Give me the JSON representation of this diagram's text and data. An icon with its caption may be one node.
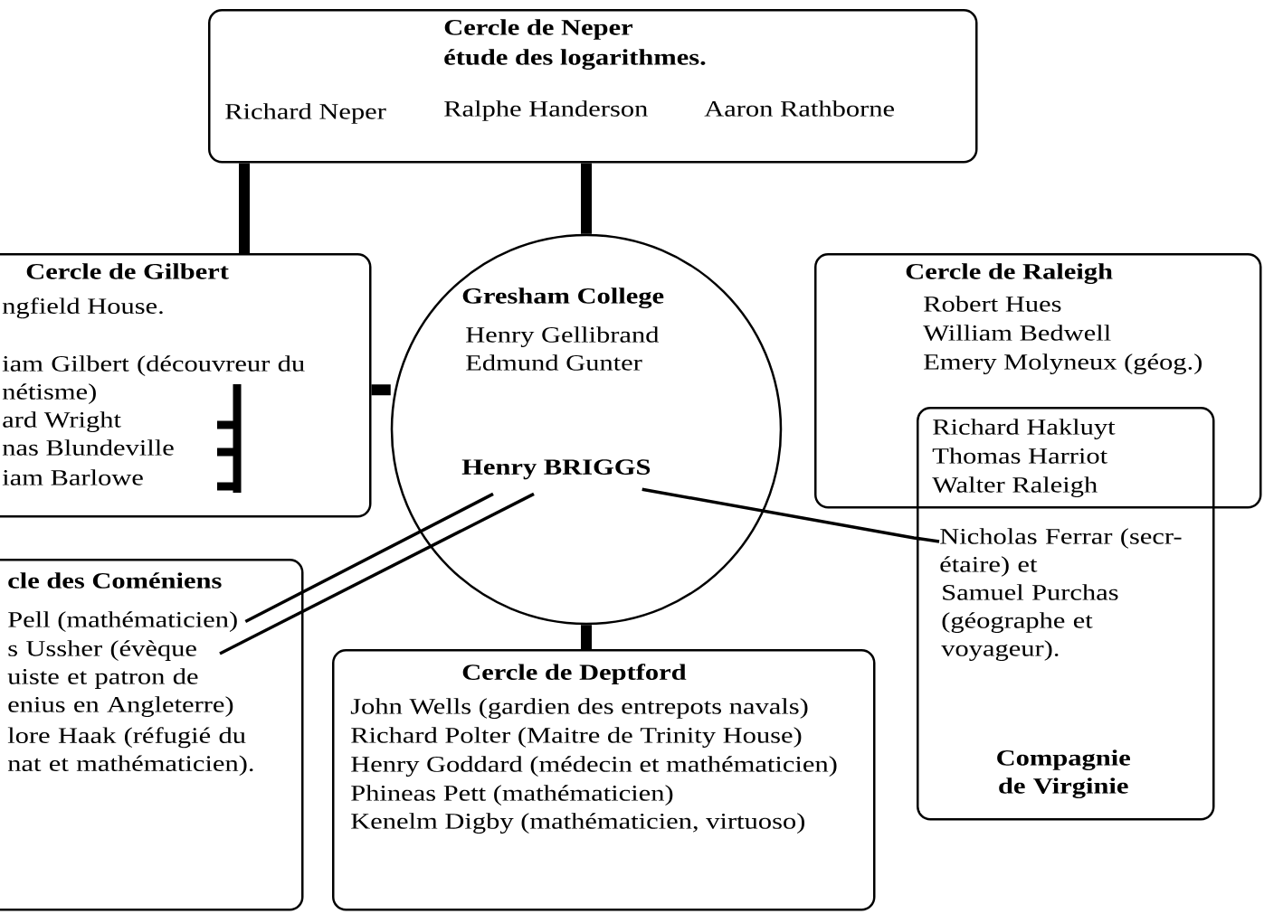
{
  "diagram": {
    "nodes": [
      {
        "text": [
          "Cercle de Neper",
          "étude des logarithmes.",
          "Richard Neper",
          "Ralphe Handerson",
          "Aaron Rathborne"
        ]
      },
      {
        "text": [
          "Cercle de Gilbert",
          "ngfield House.",
          "iam Gilbert (découvreur du nétisme)",
          "ard Wright",
          "nas Blundeville",
          "iam Barlowe"
        ]
      },
      {
        "text": [
          "Gresham College",
          "Henry Gellibrand",
          "Edmund Gunter"
        ]
      },
      {
        "text": [
          "Henry BRIGGS"
        ],
        "in": 2
      },
      {
        "text": [
          "Cercle de Raleigh",
          "Robert Hues",
          "William Bedwell",
          "Emery Molyneux (géog.)"
        ]
      },
      {
        "text": [
          "Richard Hakluyt",
          "Thomas Harriot",
          "Walter Raleigh"
        ]
      },
      {
        "text": [
          "Samuel Purchas (géographe et voyageur).",
          "Compagnie de Virginie"
        ]
      },
      {
        "text": [
          "Nicholas Ferrar (secr- étaire) et"
        ],
        "in": 6
      },
      {
        "text": [
          "cle des Coméniens",
          "lore Haak (réfugié du nat et mathématicien)."
        ]
      },
      {
        "text": [
          "Pell (mathématicien)"
        ],
        "in": 8
      },
      {
        "text": [
          "s Ussher (évèque uiste et patron de enius en Angleterre)"
        ],
        "in": 8
      },
      {
        "text": [
          "Cercle de Deptford",
          "John Wells (gardien des entrepots navals)",
          "Richard Polter (Maitre de Trinity House)",
          "Henry Goddard (médecin et mathématicien)",
          "Phineas Pett (mathématicien)",
          "Kenelm Digby (mathématicien, virtuoso)"
        ]
      }
    ],
    "edges": [
      {
        "from": 0,
        "to": 1,
        "arrow": "none"
      },
      {
        "from": 0,
        "to": 2,
        "arrow": "none"
      },
      {
        "from": 1,
        "to": 2,
        "arrow": "none"
      },
      {
        "from": 2,
        "to": 11,
        "arrow": "none"
      },
      {
        "from": 3,
        "to": 9,
        "arrow": "none"
      },
      {
        "from": 3,
        "to": 10,
        "arrow": "none"
      },
      {
        "from": 3,
        "to": 7,
        "arrow": "none"
      }
    ]
  }
}
